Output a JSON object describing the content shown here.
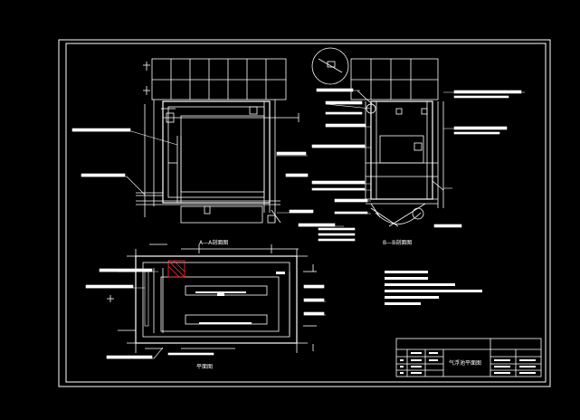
{
  "drawing": {
    "colors": {
      "background": "#000000",
      "line": "#ffffff",
      "callout": "#ffffff",
      "hatch": "#ff3333",
      "accent_dim": "#b0b0b0"
    },
    "views": {
      "section_a_title": "A—A剖面图",
      "section_b_title": "B—B剖面图",
      "plan_title": "平面图"
    },
    "title_block": {
      "drawing_name": "气浮池平面图"
    }
  }
}
